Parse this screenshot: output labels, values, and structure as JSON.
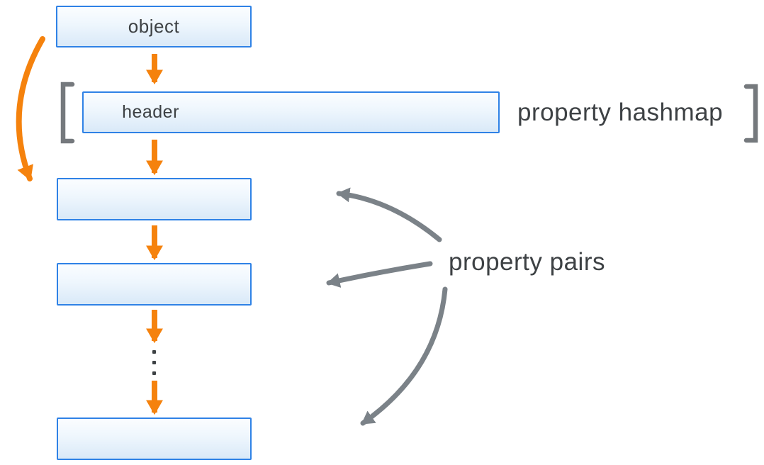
{
  "diagram": {
    "title_hint": "object property hashmap layout diagram",
    "object_box": {
      "label": "object"
    },
    "hashmap": {
      "header_label": "header",
      "label": "property hashmap",
      "slot_divider_count": 4
    },
    "property_pairs": {
      "label": "property pairs",
      "visible_box_count": 3,
      "ellipsis_dot_count": 3
    },
    "colors": {
      "accent_orange": "#F5820D",
      "box_border_blue": "#2F82E6",
      "box_fill_top": "#FBFDFF",
      "box_fill_bottom": "#D9E9F8",
      "arrow_gray": "#7B8288",
      "bracket_gray": "#75797D",
      "text_dark": "#3D4144"
    }
  }
}
